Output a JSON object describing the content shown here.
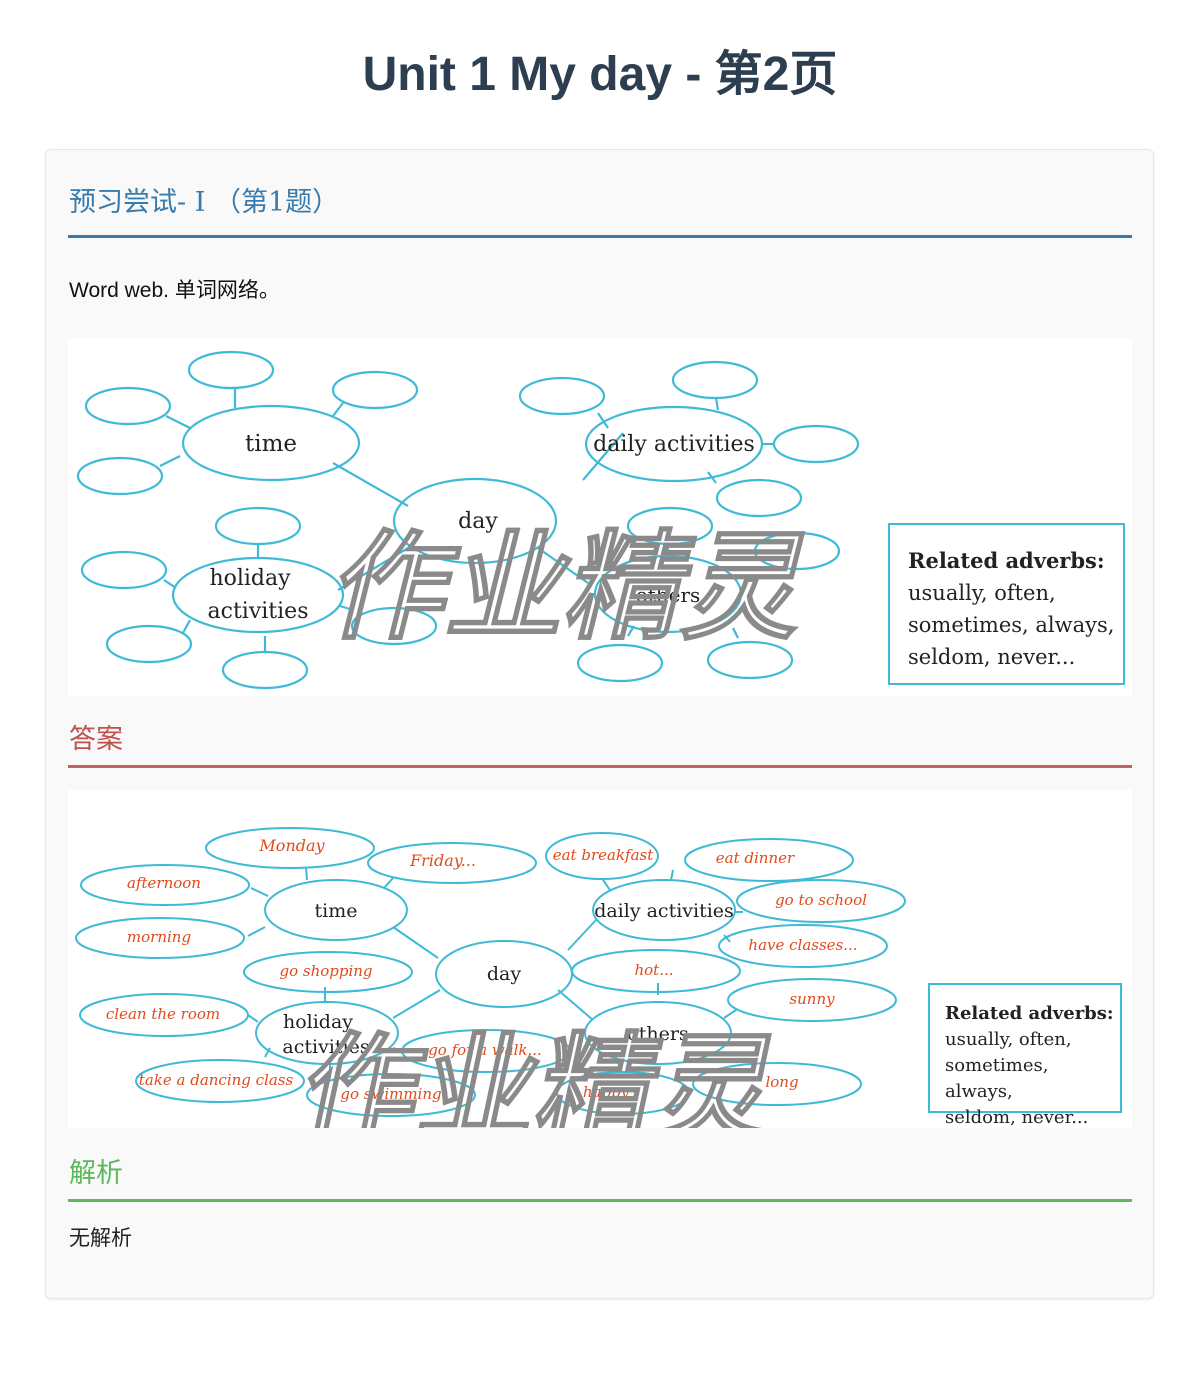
{
  "page": {
    "title": "Unit 1 My day - 第2页"
  },
  "question": {
    "section_title": "预习尝试- I （第1题）",
    "instruction": "Word web. 单词网络。",
    "word_web": {
      "center": "day",
      "branches": [
        "time",
        "daily activities",
        "holiday activities",
        "others"
      ],
      "holiday_line1": "holiday",
      "holiday_line2": "activities",
      "related_adverbs": {
        "title": "Related adverbs:",
        "line1": "usually, often,",
        "line2": "sometimes, always,",
        "line3": "seldom, never..."
      }
    },
    "watermark": "作业精灵"
  },
  "answer": {
    "section_title": "答案",
    "word_web": {
      "center": "day",
      "time": {
        "label": "time",
        "items": [
          "Monday",
          "Friday...",
          "afternoon",
          "morning"
        ]
      },
      "daily_activities": {
        "label": "daily activities",
        "items": [
          "eat breakfast",
          "eat dinner",
          "go to school",
          "have classes..."
        ]
      },
      "holiday_activities": {
        "label_line1": "holiday",
        "label_line2": "activities",
        "items": [
          "go shopping",
          "clean the room",
          "take a dancing class",
          "go swimming",
          "go for a walk..."
        ]
      },
      "others": {
        "label": "others",
        "items": [
          "hot...",
          "sunny",
          "happy",
          "long"
        ]
      },
      "related_adverbs": {
        "title": "Related adverbs:",
        "line1": "usually, often,",
        "line2": "sometimes, always,",
        "line3": "seldom, never..."
      }
    },
    "watermark": "作业精灵"
  },
  "explanation": {
    "section_title": "解析",
    "text": "无解析"
  },
  "colors": {
    "title": "#2c3e50",
    "question_accent": "#3a7bad",
    "answer_accent": "#c0504d",
    "explanation_accent": "#5cb85c",
    "diagram_stroke": "#3fbad6",
    "answer_ink": "#e04a1c"
  }
}
